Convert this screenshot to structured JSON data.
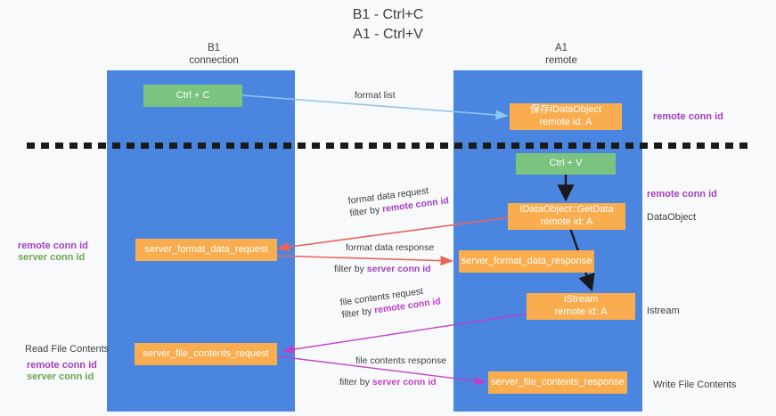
{
  "title": {
    "line1": "B1 - Ctrl+C",
    "line2": "A1 - Ctrl+V"
  },
  "columns": [
    {
      "id": "b1",
      "name": "B1",
      "role": "connection"
    },
    {
      "id": "a1",
      "name": "A1",
      "role": "remote"
    }
  ],
  "nodes": {
    "ctrl_c": {
      "label": "Ctrl + C",
      "type": "action"
    },
    "save_dataobject": {
      "label": "保存IDataObject",
      "sub": "remote id: A",
      "type": "object"
    },
    "ctrl_v": {
      "label": "Ctrl + V",
      "type": "action"
    },
    "getdata": {
      "label": "IDataObject::GetData",
      "sub": "remote id: A",
      "type": "object"
    },
    "server_format_data_request": {
      "label": "server_format_data_request",
      "type": "message"
    },
    "server_format_data_response": {
      "label": "server_format_data_response",
      "type": "message"
    },
    "istream": {
      "label": "IStream",
      "sub": "remote id: A",
      "type": "object"
    },
    "server_file_contents_request": {
      "label": "server_file_contents_request",
      "type": "message"
    },
    "server_file_contents_response": {
      "label": "server_file_contents_response",
      "type": "message"
    }
  },
  "edges": {
    "format_list": {
      "line1": "format list"
    },
    "format_data_request": {
      "line1": "format data request",
      "line2_prefix": "filter by ",
      "line2_key": "remote conn id"
    },
    "format_data_response": {
      "line1": "format data response",
      "line2_prefix": "filter by ",
      "line2_key": "server conn id"
    },
    "file_contents_request": {
      "line1": "file contents request",
      "line2_prefix": "filter by ",
      "line2_key": "remote conn id"
    },
    "file_contents_response": {
      "line1": "file contents response",
      "line2_prefix": "filter by ",
      "line2_key": "server conn id"
    }
  },
  "annotations": {
    "right_remote_conn_id_top": "remote conn id",
    "right_remote_conn_id_mid": "remote conn id",
    "right_dataobject": "DataObject",
    "right_istream": "Istream",
    "right_write_file_contents": "Write File Contents",
    "left_remote_conn_id_mid": "remote conn id",
    "left_server_conn_id_mid": "server conn id",
    "left_read_file_contents": "Read File Contents",
    "left_remote_conn_id_bottom": "remote conn id",
    "left_server_conn_id_bottom": "server conn id"
  },
  "colors": {
    "band": "#4a86e0",
    "action": "#7ac47f",
    "object": "#f9ad4e",
    "arrow_light_blue": "#8ec5ea",
    "arrow_red": "#e8645a",
    "arrow_black": "#1a1a1a",
    "arrow_magenta": "#c13fc8",
    "key_purple": "#a23ec0",
    "key_green": "#6aa84f",
    "background": "#f8f9fa"
  }
}
